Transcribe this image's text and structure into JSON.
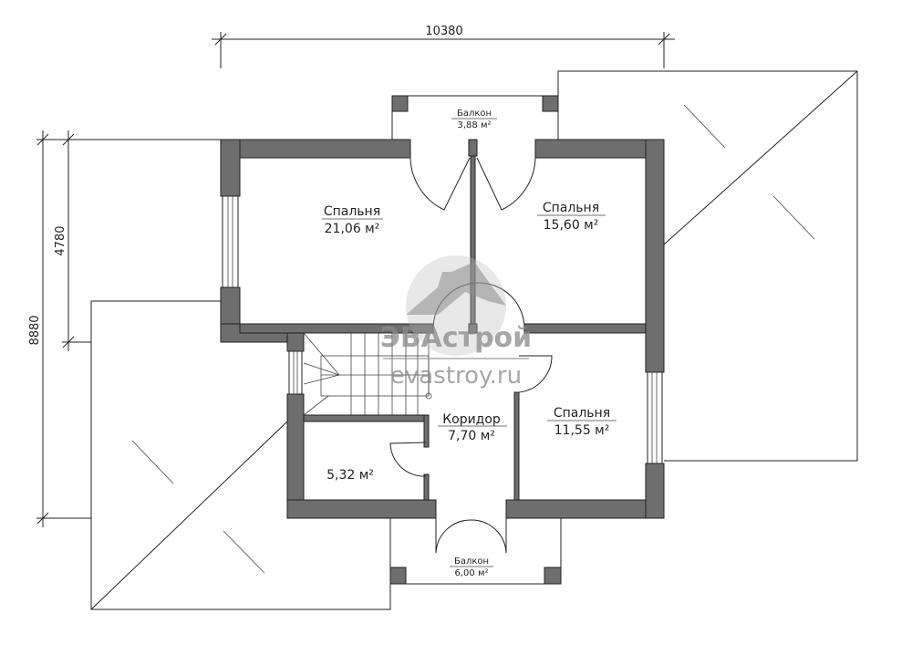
{
  "dimensions": {
    "width_total": "10380",
    "depth_total": "8880",
    "depth_partial": "4780"
  },
  "rooms": [
    {
      "name": "Спальня",
      "area": "21,06 м²"
    },
    {
      "name": "Спальня",
      "area": "15,60 м²"
    },
    {
      "name": "Спальня",
      "area": "11,55 м²"
    },
    {
      "name": "Коридор",
      "area": "7,70 м²"
    },
    {
      "name": "",
      "area": "5,32 м²"
    }
  ],
  "balconies": [
    {
      "name": "Балкон",
      "area": "3,88 м²"
    },
    {
      "name": "Балкон",
      "area": "6,00 м²"
    }
  ],
  "watermark": {
    "brand": "ЭВАстрой",
    "url": "evastroy.ru"
  },
  "colors": {
    "wall": "#6e6e6e",
    "line": "#222222"
  }
}
